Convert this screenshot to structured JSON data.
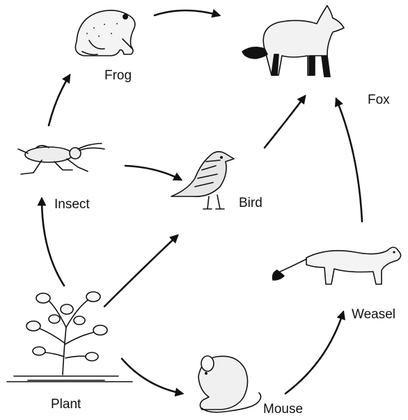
{
  "organisms": {
    "frog": "Frog",
    "fox": "Fox",
    "insect": "Insect",
    "bird": "Bird",
    "weasel": "Weasel",
    "plant": "Plant",
    "mouse": "Mouse"
  },
  "links": [
    {
      "from": "Plant",
      "to": "Insect"
    },
    {
      "from": "Plant",
      "to": "Bird"
    },
    {
      "from": "Plant",
      "to": "Mouse"
    },
    {
      "from": "Insect",
      "to": "Frog"
    },
    {
      "from": "Insect",
      "to": "Bird"
    },
    {
      "from": "Frog",
      "to": "Fox"
    },
    {
      "from": "Bird",
      "to": "Fox"
    },
    {
      "from": "Mouse",
      "to": "Weasel"
    },
    {
      "from": "Weasel",
      "to": "Fox"
    }
  ]
}
